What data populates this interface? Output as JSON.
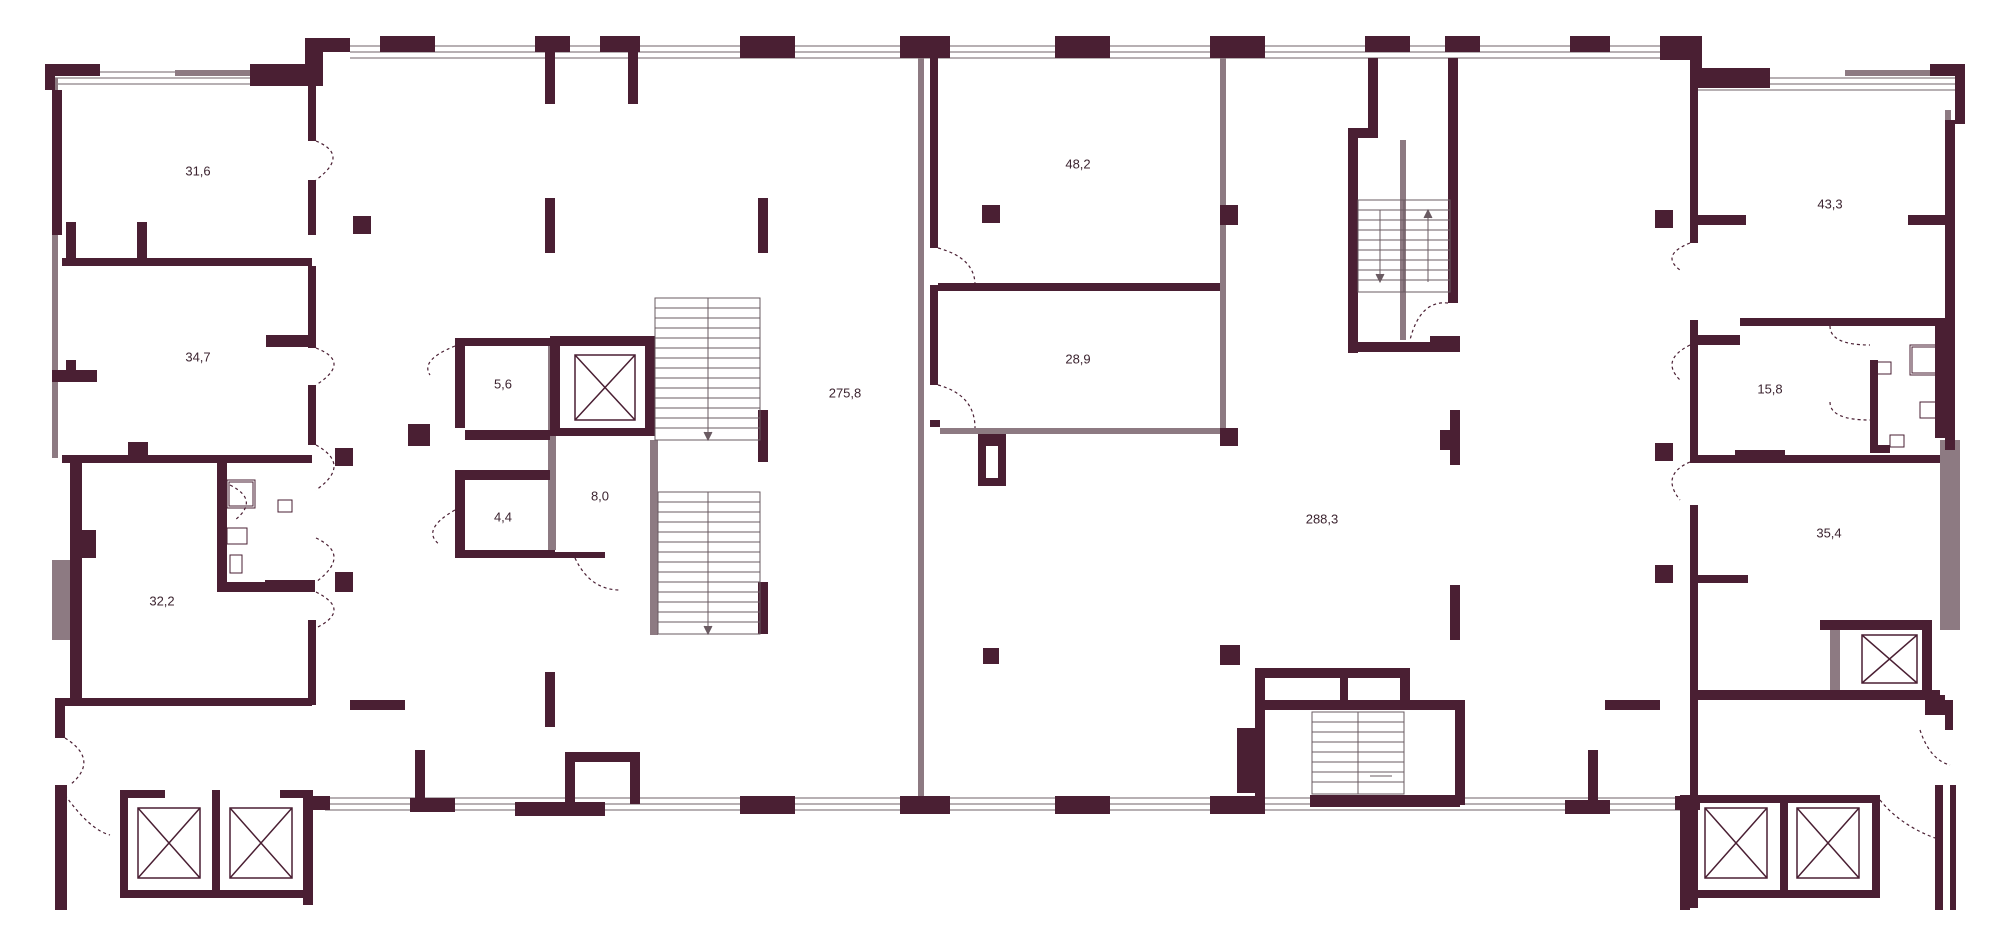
{
  "colors": {
    "wall": "#4a1f33",
    "partition": "#8d7a82",
    "window": "#9f959a",
    "door": "#4a1f33",
    "stair": "#6a5b62",
    "label": "#3c2430",
    "background": "#ffffff"
  },
  "rooms": [
    {
      "id": "room-31-6",
      "label": "31,6"
    },
    {
      "id": "room-34-7",
      "label": "34,7"
    },
    {
      "id": "room-32-2",
      "label": "32,2"
    },
    {
      "id": "room-5-6",
      "label": "5,6"
    },
    {
      "id": "room-4-4",
      "label": "4,4"
    },
    {
      "id": "room-8-0",
      "label": "8,0"
    },
    {
      "id": "room-275-8",
      "label": "275,8"
    },
    {
      "id": "room-48-2",
      "label": "48,2"
    },
    {
      "id": "room-28-9",
      "label": "28,9"
    },
    {
      "id": "room-288-3",
      "label": "288,3"
    },
    {
      "id": "room-43-3",
      "label": "43,3"
    },
    {
      "id": "room-15-8",
      "label": "15,8"
    },
    {
      "id": "room-35-4",
      "label": "35,4"
    }
  ]
}
